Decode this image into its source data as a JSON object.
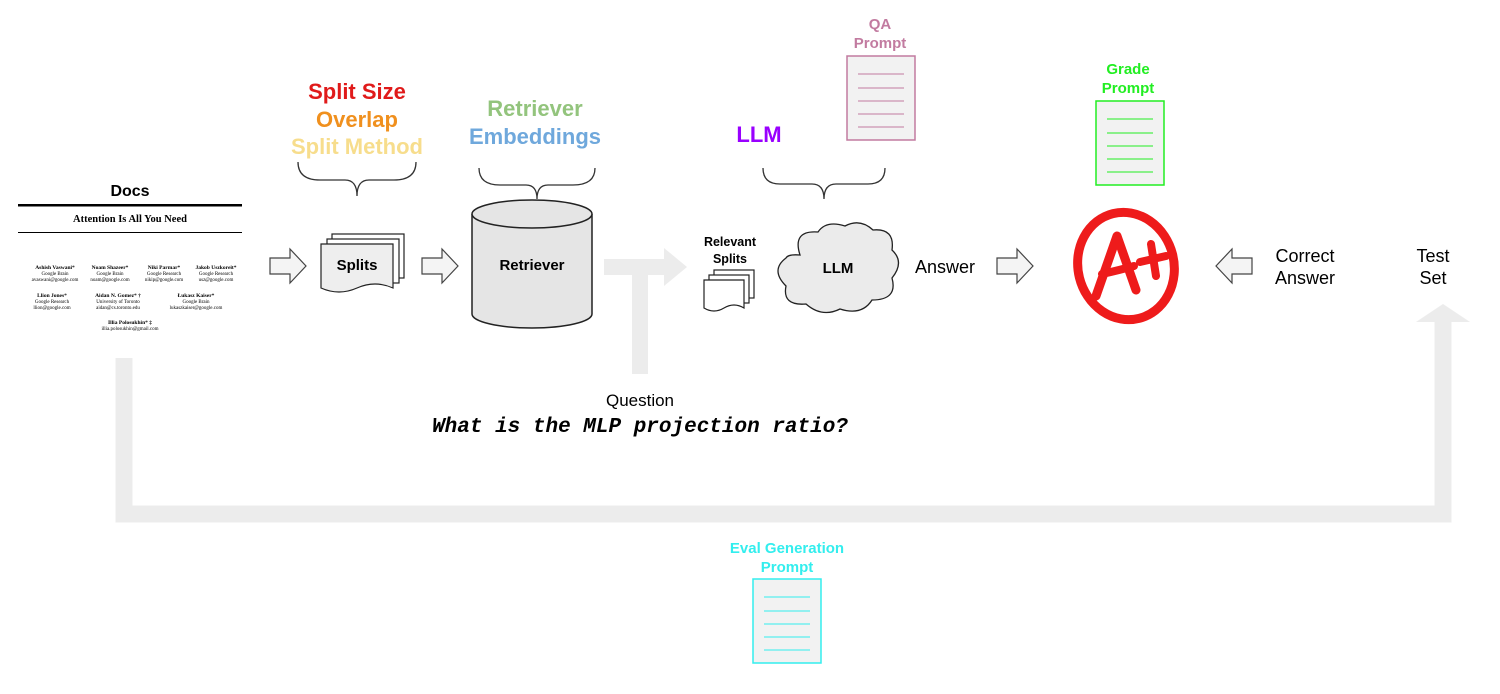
{
  "docs": {
    "title": "Docs",
    "paper_title": "Attention Is All You Need",
    "authors": [
      {
        "name": "Ashish Vaswani*",
        "affil": "Google Brain",
        "email": "avaswani@google.com"
      },
      {
        "name": "Noam Shazeer*",
        "affil": "Google Brain",
        "email": "noam@google.com"
      },
      {
        "name": "Niki Parmar*",
        "affil": "Google Research",
        "email": "nikip@google.com"
      },
      {
        "name": "Jakob Uszkoreit*",
        "affil": "Google Research",
        "email": "usz@google.com"
      },
      {
        "name": "Llion Jones*",
        "affil": "Google Research",
        "email": "llion@google.com"
      },
      {
        "name": "Aidan N. Gomez* †",
        "affil": "University of Toronto",
        "email": "aidan@cs.toronto.edu"
      },
      {
        "name": "Łukasz Kaiser*",
        "affil": "Google Brain",
        "email": "lukaszkaiser@google.com"
      },
      {
        "name": "Illia Polosukhin* ‡",
        "affil": "",
        "email": "illia.polosukhin@gmail.com"
      }
    ]
  },
  "split_params": {
    "size": "Split Size",
    "overlap": "Overlap",
    "method": "Split Method"
  },
  "retriever_params": {
    "retriever": "Retriever",
    "embeddings": "Embeddings"
  },
  "llm_param": "LLM",
  "qa_prompt": {
    "line1": "QA",
    "line2": "Prompt"
  },
  "grade_prompt": {
    "line1": "Grade",
    "line2": "Prompt"
  },
  "eval_prompt": {
    "line1": "Eval Generation",
    "line2": "Prompt"
  },
  "nodes": {
    "splits": "Splits",
    "retriever": "Retriever",
    "relevant_splits_1": "Relevant",
    "relevant_splits_2": "Splits",
    "llm": "LLM",
    "answer": "Answer",
    "correct_answer_1": "Correct",
    "correct_answer_2": "Answer",
    "test_set_1": "Test",
    "test_set_2": "Set"
  },
  "question": {
    "label": "Question",
    "text": "What is the MLP projection ratio?"
  },
  "grade_symbol": "A+",
  "colors": {
    "split_size": "#e01a1a",
    "overlap": "#f0901e",
    "split_method": "#f7dd8c",
    "retriever": "#93c47d",
    "embeddings": "#6fa8dc",
    "llm": "#9900ff",
    "qa_prompt": "#c27ba0",
    "grade_prompt": "#22ee22",
    "eval_prompt": "#33eeee",
    "grade_red": "#ee1b1b",
    "flow_gray": "#ececec"
  }
}
